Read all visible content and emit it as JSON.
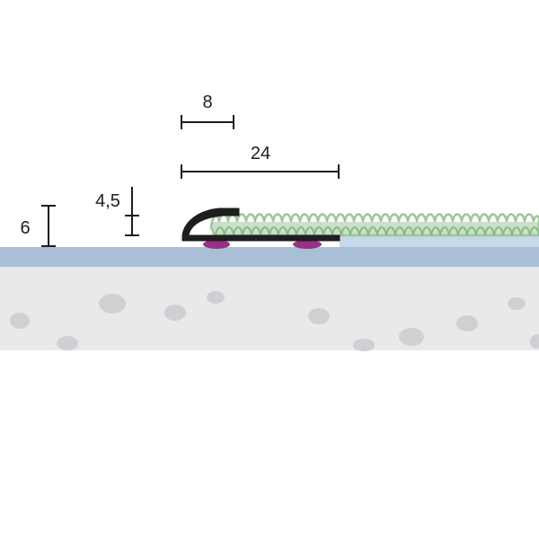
{
  "dimensions": {
    "width_top": "8",
    "width_total": "24",
    "height_inner": "4,5",
    "height_outer": "6"
  },
  "colors": {
    "page_background": "#ffffff",
    "screed": "#e9e9ea",
    "screed_stones": "#cfd0d4",
    "underlay": "#a9bfd6",
    "carpet_backing": "#c6d9ea",
    "carpet_pile": "#9ec69a",
    "profile": "#1e1e1e",
    "adhesive": "#9b2f86",
    "dimension_lines": "#1e1e1e"
  }
}
